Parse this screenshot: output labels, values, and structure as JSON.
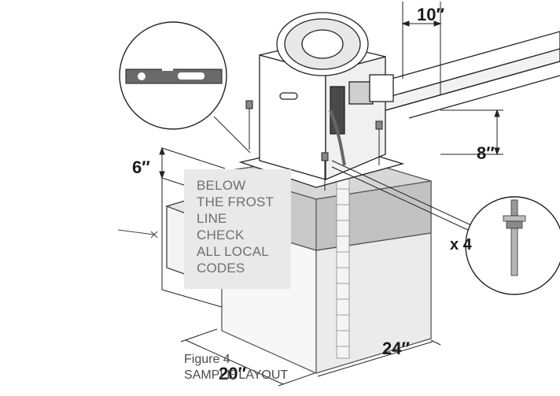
{
  "note": {
    "lines": [
      "BELOW",
      "THE FROST",
      "LINE",
      "CHECK",
      "ALL LOCAL",
      "CODES"
    ]
  },
  "dimensions": {
    "d10": "10″",
    "d8": "8″",
    "d6": "6″",
    "d20": "20″",
    "d24": "24″"
  },
  "callouts": {
    "quantity": "x 4"
  },
  "caption": {
    "figure": "Figure 4",
    "title": "SAMPLE LAYOUT"
  },
  "colors": {
    "note_box": "#e9e9e9",
    "note_text": "#6f6f6f",
    "pad_top_band": "#c9c9c9"
  }
}
